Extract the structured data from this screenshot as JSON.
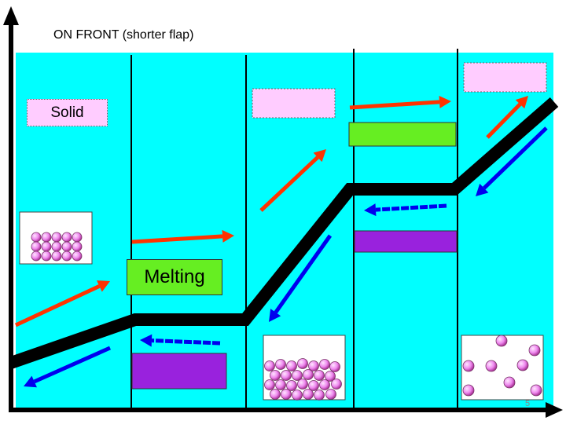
{
  "title": "ON FRONT (shorter flap)",
  "labels": {
    "solid": "Solid",
    "melting": "Melting"
  },
  "page_number": "5",
  "colors": {
    "background": "#00ffff",
    "curve": "#000000",
    "heating_arrow": "#ff3300",
    "cooling_arrow": "#0000ee",
    "pink_box": "#ffccff",
    "green_box": "#66ee22",
    "purple_box": "#9922dd",
    "particle": "#ee88ee"
  },
  "icons": {
    "heating": "arrow-up-right-icon",
    "cooling": "arrow-down-left-icon"
  },
  "particle_panels": [
    "solid-particles",
    "liquid-particles",
    "gas-particles"
  ]
}
